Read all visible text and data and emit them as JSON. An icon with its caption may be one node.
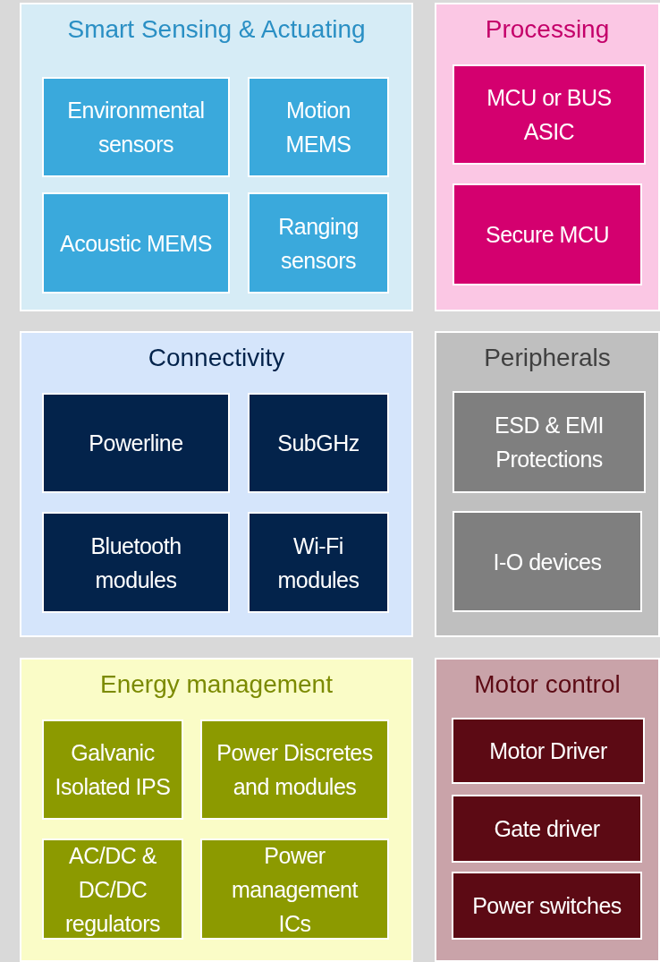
{
  "diagram": {
    "nodes": [
      {
        "text": [
          "Smart Sensing & Actuating"
        ]
      },
      {
        "text": [
          "Environmental sensors"
        ],
        "in": 0
      },
      {
        "text": [
          "Motion MEMS"
        ],
        "in": 0
      },
      {
        "text": [
          "Acoustic MEMS"
        ],
        "in": 0
      },
      {
        "text": [
          "Ranging sensors"
        ],
        "in": 0
      },
      {
        "text": [
          "Processing"
        ]
      },
      {
        "text": [
          "MCU or BUS ASIC"
        ],
        "in": 5
      },
      {
        "text": [
          "Secure MCU"
        ],
        "in": 5
      },
      {
        "text": [
          "Connectivity"
        ]
      },
      {
        "text": [
          "Powerline"
        ],
        "in": 8
      },
      {
        "text": [
          "SubGHz"
        ],
        "in": 8
      },
      {
        "text": [
          "Bluetooth modules"
        ],
        "in": 8
      },
      {
        "text": [
          "Wi-Fi modules"
        ],
        "in": 8
      },
      {
        "text": [
          "Peripherals"
        ]
      },
      {
        "text": [
          "ESD & EMI Protections"
        ],
        "in": 13
      },
      {
        "text": [
          "I-O devices"
        ],
        "in": 13
      },
      {
        "text": [
          "Energy management"
        ]
      },
      {
        "text": [
          "Galvanic Isolated IPS"
        ],
        "in": 16
      },
      {
        "text": [
          "Power Discretes and modules"
        ],
        "in": 16
      },
      {
        "text": [
          "AC/DC & DC/DC regulators"
        ],
        "in": 16
      },
      {
        "text": [
          "Power management ICs"
        ],
        "in": 16
      },
      {
        "text": [
          "Motor control"
        ]
      },
      {
        "text": [
          "Motor Driver"
        ],
        "in": 21
      },
      {
        "text": [
          "Gate driver"
        ],
        "in": 21
      },
      {
        "text": [
          "Power switches"
        ],
        "in": 21
      }
    ]
  }
}
